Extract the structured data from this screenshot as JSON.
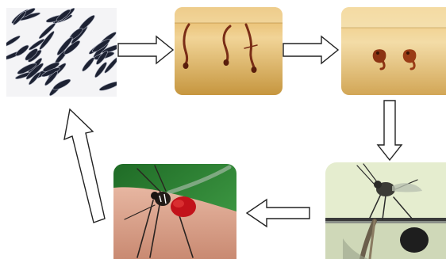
{
  "diagram": {
    "stages": [
      {
        "id": "eggs",
        "icon": "mosquito-eggs-photo"
      },
      {
        "id": "larvae",
        "icon": "mosquito-larvae-photo"
      },
      {
        "id": "pupae",
        "icon": "mosquito-pupae-photo"
      },
      {
        "id": "emerging-adult",
        "icon": "emerging-mosquito-photo"
      },
      {
        "id": "adult",
        "icon": "adult-mosquito-biting-photo"
      }
    ],
    "flow": [
      "eggs",
      "larvae",
      "pupae",
      "emerging-adult",
      "adult",
      "eggs"
    ],
    "colors": {
      "arrow_fill": "#ffffff",
      "arrow_stroke": "#222222",
      "egg_background": "#f4f4f6",
      "egg_color": "#1d2233",
      "water_light": "#f1d497",
      "water_dark": "#c6963f",
      "larva_color": "#7a2d16",
      "emerge_background": "#e5edcf",
      "skin": "#dca08a",
      "leaf_green": "#2f8a35",
      "blood_red": "#c2121a"
    }
  }
}
